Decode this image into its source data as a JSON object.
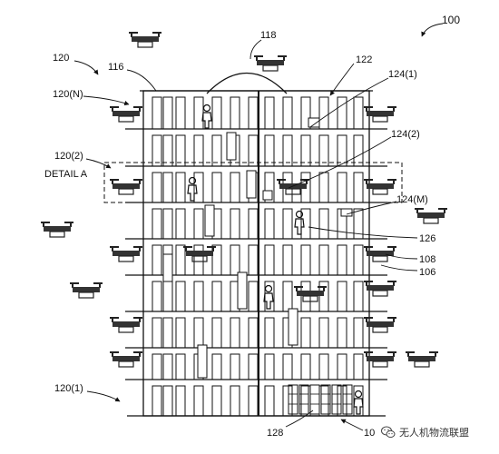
{
  "labels": {
    "fig_number": "100",
    "ref_120": "120",
    "ref_120n": "120(N)",
    "ref_1202": "120(2)",
    "ref_detail": "DETAIL A",
    "ref_1201": "120(1)",
    "ref_116": "116",
    "ref_118": "118",
    "ref_122": "122",
    "ref_1241": "124(1)",
    "ref_1242": "124(2)",
    "ref_124m": "124(M)",
    "ref_126": "126",
    "ref_108": "108",
    "ref_106": "106",
    "ref_128": "128",
    "ref_bottom": "10"
  },
  "watermark": {
    "text": "无人机物流联盟",
    "icon": "wechat-icon"
  }
}
